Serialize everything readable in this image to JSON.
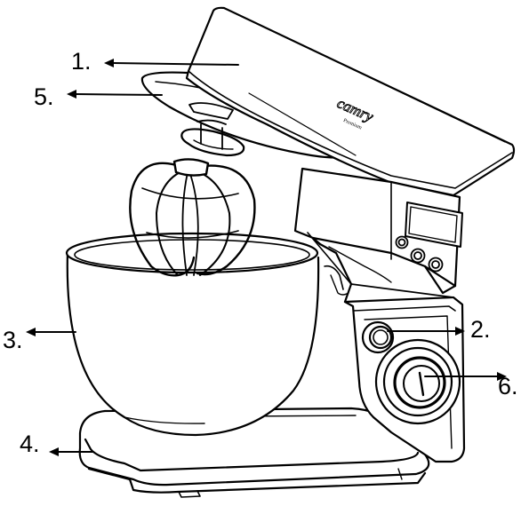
{
  "diagram": {
    "brand": {
      "logo_text": "camry",
      "sub_text": "Premium"
    },
    "callouts": [
      {
        "id": "1",
        "label": "1."
      },
      {
        "id": "5",
        "label": "5."
      },
      {
        "id": "3",
        "label": "3."
      },
      {
        "id": "4",
        "label": "4."
      },
      {
        "id": "2",
        "label": "2."
      },
      {
        "id": "6",
        "label": "6."
      }
    ],
    "colors": {
      "line": "#000000",
      "background": "#ffffff"
    }
  }
}
